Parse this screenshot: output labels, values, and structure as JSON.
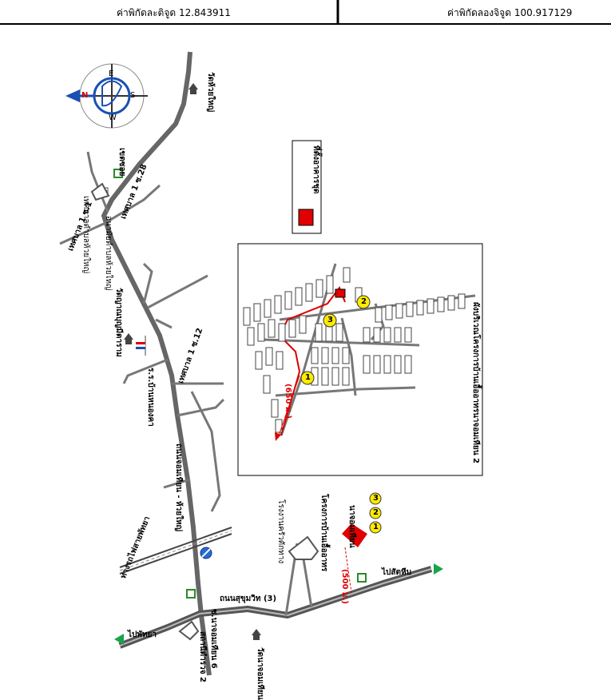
{
  "header": {
    "latitude": "ค่าพิกัดละติจูด 12.843911",
    "longitude": "ค่าพิกัดลองจิจูด 100.917129"
  },
  "compass": {
    "n": "N",
    "e": "E",
    "s": "S",
    "w": "W"
  },
  "legend": {
    "label": "ที่ตั้งอาคารชุด"
  },
  "labels": {
    "wat_huai_yai": "วัดห้วยใหญ่",
    "khet_soi": "เขตซอย",
    "tessaban_28": "เทศบาล 1 ซ.28",
    "tessaban_1": "เทศบาล 1 ซ.1",
    "tambon_office": "เทศบาลตำบลห้วยใหญ่",
    "school_huai_yai": "อนามัยตำบลห้วยใหญ่",
    "wat_yan": "วัดญาณบุญมีตาราม",
    "tessaban_12": "เทศบาล 1 ซ.12",
    "school_ban_nong": "ร.ร.บ้านหนองคา",
    "road_jomtien_huai_yai": "ถนนจอมเทียน - ห้วยใหญ่",
    "railway": "ทางรถไฟสายพัทยา",
    "sukhumvit": "ถนนสุขุมวิท (3)",
    "to_pattaya": "ไปพัทยา",
    "to_sattahip": "ไปสัตหีบ",
    "wat_na_jomtien": "วัดนาจอมเทียน",
    "soi_jomtien_6": "ซ.นาจอมเทียน 6",
    "sataban": "สถานีตำรวจ 2",
    "project": "โครงการบ้านเอื้ออาทร",
    "project2": "นาจอมเทียน",
    "factory": "โรงงานครัวตักทาง",
    "dist_500": "(500 ม.)",
    "dist_650": "(650 ม.)",
    "inset_caption": "ผังบริเวณโครงการบ้านเอื้ออาทรนาจอมเทียน 2",
    "n1": "1",
    "n2": "2",
    "n3": "3"
  },
  "colors": {
    "road": "#666666",
    "site": "#e00000",
    "marker": "#ffeb00",
    "arrow_green": "#1aa34a",
    "compass_blue": "#1a4fb3"
  }
}
